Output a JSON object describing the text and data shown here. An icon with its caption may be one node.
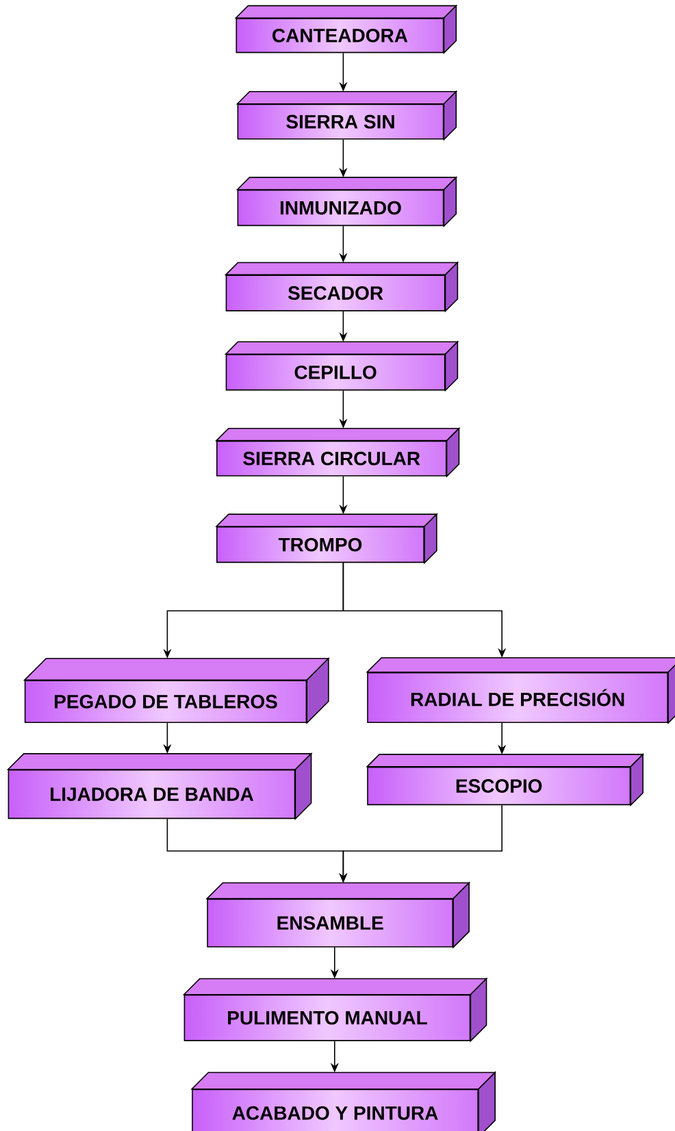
{
  "diagram": {
    "nodes": [
      {
        "text": [
          "CANTEADORA"
        ]
      },
      {
        "text": [
          "SIERRA SIN"
        ]
      },
      {
        "text": [
          "INMUNIZADO"
        ]
      },
      {
        "text": [
          "SECADOR"
        ]
      },
      {
        "text": [
          "CEPILLO"
        ]
      },
      {
        "text": [
          "SIERRA CIRCULAR"
        ]
      },
      {
        "text": [
          "TROMPO"
        ]
      },
      {
        "text": [
          "PEGADO DE TABLEROS"
        ]
      },
      {
        "text": [
          "RADIAL DE PRECISIÓN"
        ]
      },
      {
        "text": [
          "LIJADORA DE BANDA"
        ]
      },
      {
        "text": [
          "ESCOPIO"
        ]
      },
      {
        "text": [
          "ENSAMBLE"
        ]
      },
      {
        "text": [
          "PULIMENTO MANUAL"
        ]
      },
      {
        "text": [
          "ACABADO Y PINTURA"
        ]
      }
    ],
    "edges": [
      {
        "from": 0,
        "to": 1,
        "arrow": "to"
      },
      {
        "from": 1,
        "to": 2,
        "arrow": "to"
      },
      {
        "from": 2,
        "to": 3,
        "arrow": "to"
      },
      {
        "from": 3,
        "to": 4,
        "arrow": "to"
      },
      {
        "from": 4,
        "to": 5,
        "arrow": "to"
      },
      {
        "from": 5,
        "to": 6,
        "arrow": "to"
      },
      {
        "from": 6,
        "to": 7,
        "arrow": "to"
      },
      {
        "from": 6,
        "to": 8,
        "arrow": "to"
      },
      {
        "from": 7,
        "to": 9,
        "arrow": "to"
      },
      {
        "from": 8,
        "to": 10,
        "arrow": "to"
      },
      {
        "from": 9,
        "to": 11,
        "arrow": "to"
      },
      {
        "from": 10,
        "to": 11,
        "arrow": "to"
      },
      {
        "from": 11,
        "to": 12,
        "arrow": "to"
      },
      {
        "from": 12,
        "to": 13,
        "arrow": "to"
      }
    ]
  }
}
